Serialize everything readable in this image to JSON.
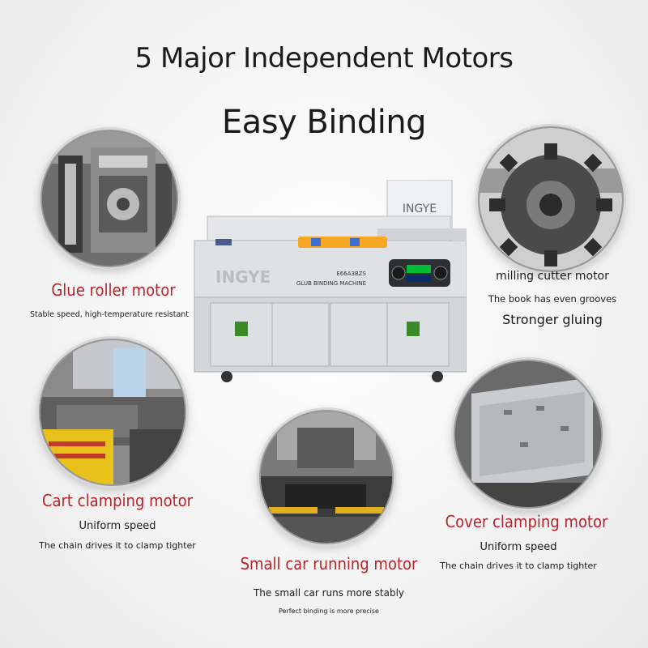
{
  "titles": {
    "line1": "5 Major Independent Motors",
    "line2": "Easy Binding"
  },
  "machine": {
    "brand_front": "INGYE",
    "brand_back": "INGYE",
    "model": "E66A3BZS",
    "subtitle": "GLUB BINDING MACHINE"
  },
  "features": {
    "glue_roller": {
      "title": "Glue roller motor",
      "desc1": "Stable speed, high-temperature resistant"
    },
    "milling_cutter": {
      "title": "milling cutter motor",
      "desc1": "The book has even grooves",
      "desc2": "Stronger gluing"
    },
    "cart_clamping": {
      "title": "Cart clamping motor",
      "desc1": "Uniform speed",
      "desc2": "The chain drives it to clamp tighter"
    },
    "small_car": {
      "title": "Small car running motor",
      "desc1": "The small car runs more stably",
      "desc2": "Perfect binding is more precise"
    },
    "cover_clamping": {
      "title": "Cover clamping motor",
      "desc1": "Uniform speed",
      "desc2": "The chain drives it to clamp tighter"
    }
  },
  "colors": {
    "accent_red": "#b7232a",
    "text_dark": "#1a1a1a",
    "machine_body": "#d9dce0"
  }
}
